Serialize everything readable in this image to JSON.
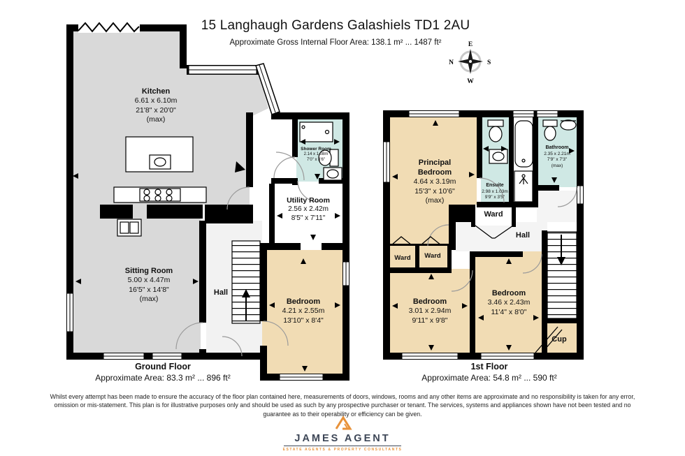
{
  "header": {
    "title": "15 Langhaugh Gardens Galashiels TD1 2AU",
    "subtitle": "Approximate Gross Internal Floor Area: 138.1 m² ... 1487 ft²"
  },
  "compass": {
    "top": "E",
    "right": "S",
    "bottom": "W",
    "left": "N"
  },
  "ground_floor": {
    "caption_title": "Ground Floor",
    "caption_area": "Approximate Area: 83.3 m² ... 896 ft²",
    "rooms": {
      "kitchen": {
        "name": "Kitchen",
        "metric": "6.61 x 6.10m",
        "imperial": "21'8\" x 20'0\"",
        "note": "(max)"
      },
      "shower_room": {
        "name": "Shower Room",
        "metric": "2.14 x 1.08m",
        "imperial": "7'0\" x 3'6\""
      },
      "utility_room": {
        "name": "Utility Room",
        "metric": "2.56 x 2.42m",
        "imperial": "8'5\" x 7'11\""
      },
      "sitting_room": {
        "name": "Sitting Room",
        "metric": "5.00 x 4.47m",
        "imperial": "16'5\" x 14'8\"",
        "note": "(max)"
      },
      "hall": {
        "name": "Hall"
      },
      "bedroom": {
        "name": "Bedroom",
        "metric": "4.21 x 2.55m",
        "imperial": "13'10\" x 8'4\""
      }
    }
  },
  "first_floor": {
    "caption_title": "1st Floor",
    "caption_area": "Approximate Area: 54.8 m² ... 590 ft²",
    "rooms": {
      "principal_bedroom": {
        "name": "Principal Bedroom",
        "metric": "4.64 x 3.19m",
        "imperial": "15'3\" x 10'6\"",
        "note": "(max)"
      },
      "ensuite": {
        "name": "Ensuite",
        "metric": "2.98 x 1.03m",
        "imperial": "9'9\" x 3'5\""
      },
      "bathroom": {
        "name": "Bathroom",
        "metric": "2.35 x 2.21m",
        "imperial": "7'9\" x 7'3\"",
        "note": "(max)"
      },
      "ward_top": {
        "name": "Ward"
      },
      "ward_left": {
        "name": "Ward"
      },
      "ward_mid": {
        "name": "Ward"
      },
      "hall": {
        "name": "Hall"
      },
      "bedroom_left": {
        "name": "Bedroom",
        "metric": "3.01 x 2.94m",
        "imperial": "9'11\" x 9'8\""
      },
      "bedroom_right": {
        "name": "Bedroom",
        "metric": "3.46 x 2.43m",
        "imperial": "11'4\" x 8'0\""
      },
      "cup": {
        "name": "Cup"
      }
    }
  },
  "disclaimer": "Whilst every attempt has been made to ensure the accuracy of the floor plan contained here, measurements of doors, windows, rooms and any other items are approximate and no responsibility is taken for any error, omission or mis-statement. This plan is for illustrative purposes only and should be used as such by any prospective purchaser or tenant. The services, systems and appliances shown have not been tested and no guarantee as to their operability or efficiency can be given.",
  "logo": {
    "name": "JAMES AGENT",
    "tagline": "ESTATE AGENTS & PROPERTY CONSULTANTS"
  },
  "colors": {
    "reception_fill": "#d9d9d9",
    "bedroom_fill": "#f1dcb4",
    "bathroom_fill": "#cfe8e4",
    "wall": "#000000",
    "brand_orange": "#e8923a",
    "brand_navy": "#3d4656"
  }
}
